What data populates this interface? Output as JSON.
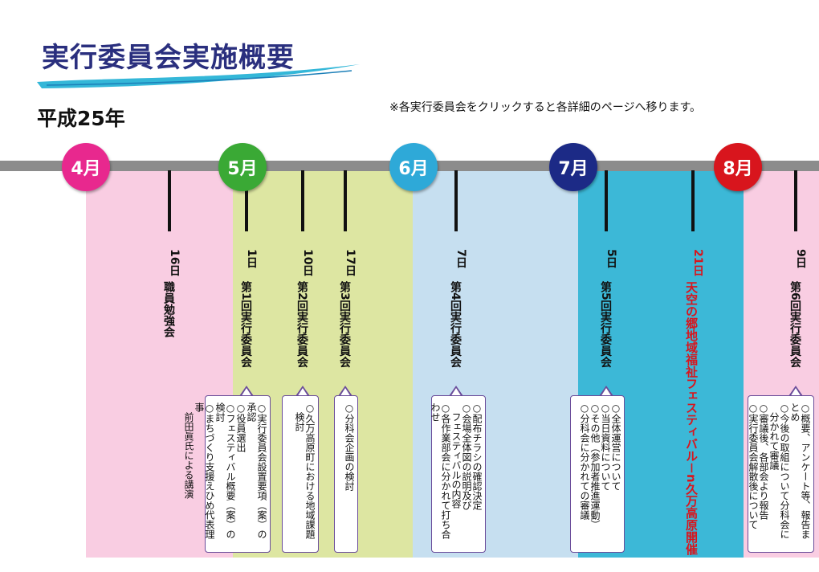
{
  "header": {
    "title": "実行委員会実施概要",
    "year": "平成25年",
    "note": "※各実行委員会をクリックすると各詳細のページへ移ります。"
  },
  "colors": {
    "pink_band": "#f9cde2",
    "green_band": "#dde6a2",
    "blue_band": "#c6dff0",
    "teal_band": "#3cb8d7",
    "grey_line": "#8c8c8c",
    "april": "#e8288e",
    "may": "#3aa935",
    "june": "#2ea9d8",
    "july": "#1c2a86",
    "august": "#d8151d",
    "box_border": "#6a4c9a"
  },
  "months": [
    {
      "label": "4月",
      "color": "#e8288e"
    },
    {
      "label": "5月",
      "color": "#3aa935"
    },
    {
      "label": "6月",
      "color": "#2ea9d8"
    },
    {
      "label": "7月",
      "color": "#1c2a86"
    },
    {
      "label": "8月",
      "color": "#d8151d"
    }
  ],
  "events": [
    {
      "day": "16日",
      "name": "職員勉強会",
      "details": []
    },
    {
      "day": "1日",
      "name": "第1回実行委員会",
      "details": [
        "○実行委員会設置要項（案）の承認",
        "○役員選出",
        "○フェスティバル概要（案）の検討",
        "○まちづくり支援えひめ代表理事",
        "　前田眞氏による講演"
      ]
    },
    {
      "day": "10日",
      "name": "第2回実行委員会",
      "details": [
        "○久万高原町における地域課題",
        "　検討"
      ]
    },
    {
      "day": "17日",
      "name": "第3回実行委員会",
      "details": [
        "○分科会企画の検討"
      ]
    },
    {
      "day": "7日",
      "name": "第4回実行委員会",
      "details": [
        "○配布チラシの確認決定",
        "○会場全体図の説明及び",
        "　フェスティバルの内容",
        "○各作業部会に分かれて打ち合わせ"
      ]
    },
    {
      "day": "5日",
      "name": "第5回実行委員会",
      "details": [
        "○全体運営について",
        "○当日資料について",
        "○その他（参加者推進運動）",
        "○分科会に分かれての審議"
      ]
    },
    {
      "day": "21日",
      "name": "天空の郷地域福祉フェスティバル－n久万高原開催",
      "details": []
    },
    {
      "day": "9日",
      "name": "第6回実行委員会",
      "details": [
        "○概要、アンケート等、報告まとめ",
        "○今後の取組について分科会に",
        "　分かれて審議",
        "○審議後、各部会より報告",
        "○実行委員会解散後について"
      ]
    }
  ]
}
